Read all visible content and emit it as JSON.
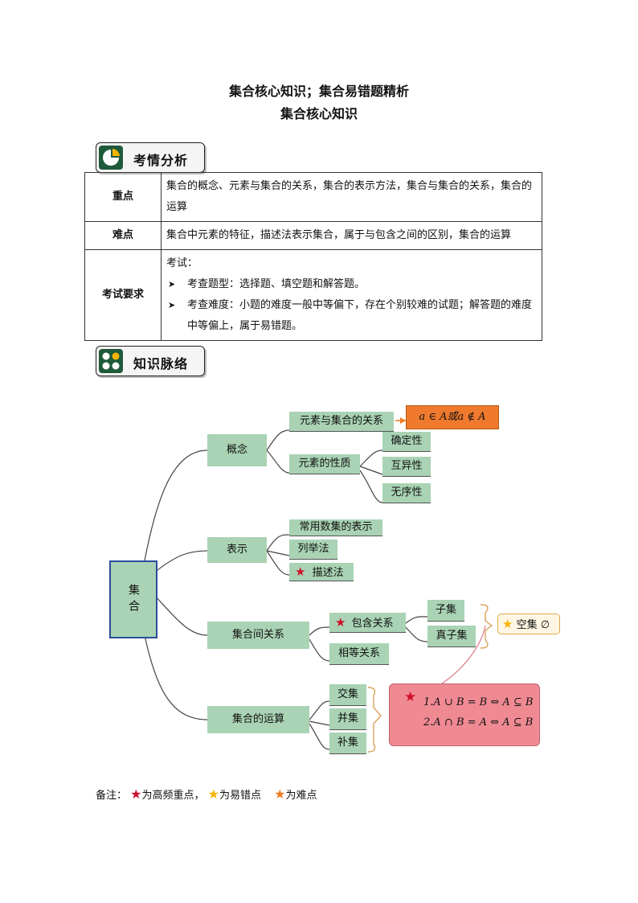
{
  "title_main": "集合核心知识；集合易错题精析",
  "title_sub": "集合核心知识",
  "section1": {
    "label": "考情分析",
    "icon": "pie-chart-icon"
  },
  "section2": {
    "label": "知识脉络",
    "icon": "dots-icon"
  },
  "table": {
    "rows": [
      {
        "key": "重点",
        "value": "集合的概念、元素与集合的关系，集合的表示方法，集合与集合的关系，集合的运算"
      },
      {
        "key": "难点",
        "value": "集合中元素的特征，描述法表示集合，属于与包含之间的区别，集合的运算"
      },
      {
        "key": "考试要求",
        "intro": "考试：",
        "items": [
          "考查题型：选择题、填空题和解答题。",
          "考查难度：小题的难度一般中等偏下，存在个别较难的试题；解答题的难度中等偏上，属于易错题。"
        ]
      }
    ]
  },
  "mindmap": {
    "root": "集合",
    "concept": {
      "label": "概念",
      "relation": "元素与集合的关系",
      "relation_note": "a ∈ A或a ∉ A",
      "property": "元素的性质",
      "props": [
        "确定性",
        "互异性",
        "无序性"
      ]
    },
    "repr": {
      "label": "表示",
      "items": [
        "常用数集的表示",
        "列举法",
        "描述法"
      ]
    },
    "between": {
      "label": "集合间关系",
      "contain": "包含关系",
      "equal": "相等关系",
      "subs": [
        "子集",
        "真子集"
      ],
      "empty": "空集 ∅"
    },
    "ops": {
      "label": "集合的运算",
      "items": [
        "交集",
        "并集",
        "补集"
      ],
      "formulas": [
        "1.A ∪ B = B ⇔ A ⊆ B",
        "2.A ∩ B = A ⇔ A ⊆ B"
      ]
    }
  },
  "note": {
    "prefix": "备注：",
    "red": "为高频重点，",
    "yellow": "为易错点",
    "orange": "为难点"
  },
  "colors": {
    "node": "#a9d3b4",
    "red_star": "#d0102a",
    "yellow_star": "#f5b400",
    "orange_star": "#f07a1e",
    "formula_bg": "#ef8a93",
    "note_bg": "#ef7a2e"
  }
}
